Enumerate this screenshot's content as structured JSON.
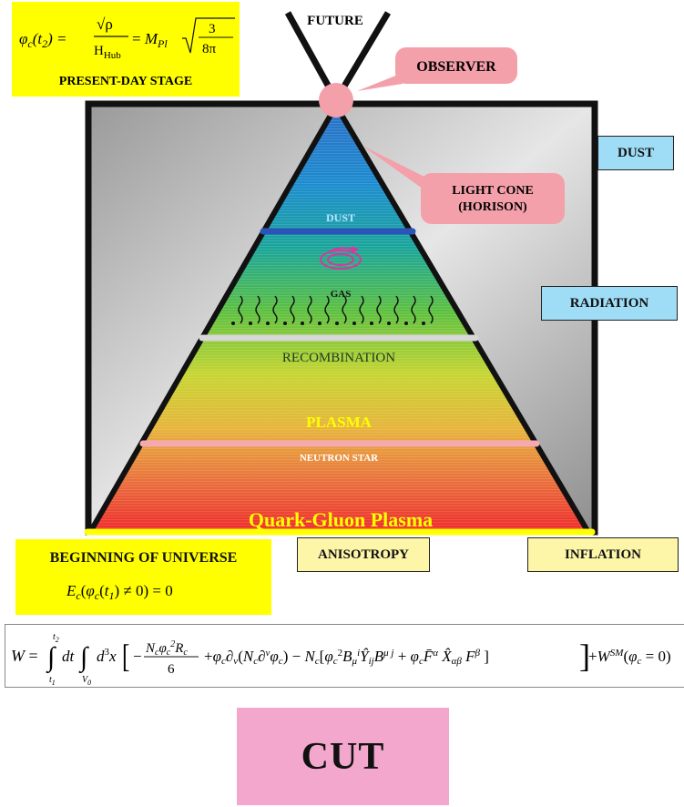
{
  "top_formula": {
    "lhs": "φc(t2) =",
    "sqrt_num": "√ρ",
    "den": "HHub",
    "rhs": "= MPl",
    "root": "3 / 8π",
    "caption": "PRESENT-DAY STAGE"
  },
  "future_label": "FUTURE",
  "observer_label": "OBSERVER",
  "light_cone_label_1": "LIGHT CONE",
  "light_cone_label_2": "(HORISON)",
  "side_tags": {
    "dust": "DUST",
    "radiation": "RADIATION",
    "anisotropy": "ANISOTROPY",
    "inflation": "INFLATION"
  },
  "cone_labels": {
    "dust": "DUST",
    "gas": "GAS",
    "recombination": "RECOMBINATION",
    "plasma": "PLASMA",
    "neutron_star": "NEUTRON STAR",
    "qgp": "Quark-Gluon Plasma"
  },
  "beginning": {
    "title": "BEGINNING OF UNIVERSE",
    "formula": "Ec(φc(t1) ≠ 0) = 0"
  },
  "action_formula": {
    "lhs": "W =",
    "body": "∫ dt ∫ d³x [ −(Nc φc² Rc)/6 + φc ∂ν(Nc ∂ν φc) − Nc[φc² Bμi Ŷij Bμj + φc F̄α X̂αβ Fβ] ] + WSM(φc = 0)",
    "t_upper": "t2",
    "t_lower": "t1",
    "v_lower": "V0"
  },
  "cut_label": "CUT",
  "colors": {
    "yellow": "#ffff00",
    "pink_callout": "#f4a0aa",
    "blue_tag": "#9fdcf5",
    "cream_tag": "#fdf5a8",
    "cut_pink": "#f4a7cc"
  }
}
